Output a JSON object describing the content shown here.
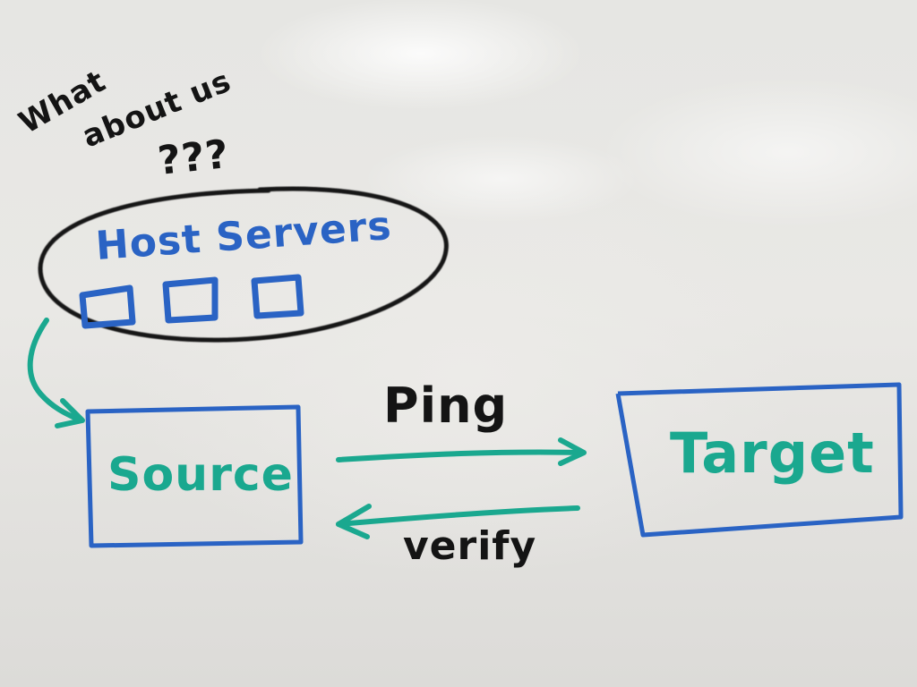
{
  "question": {
    "line1": "What",
    "line2": "about us",
    "marks": "???"
  },
  "host_group": {
    "label": "Host Servers",
    "server_count": 3
  },
  "source": {
    "label": "Source"
  },
  "target": {
    "label": "Target"
  },
  "ping": {
    "label": "Ping"
  },
  "verify": {
    "label": "verify"
  },
  "colors": {
    "black_marker": "#141414",
    "blue_marker": "#2a63c4",
    "teal_marker": "#1aa88f",
    "board": "#e6e6e3"
  }
}
